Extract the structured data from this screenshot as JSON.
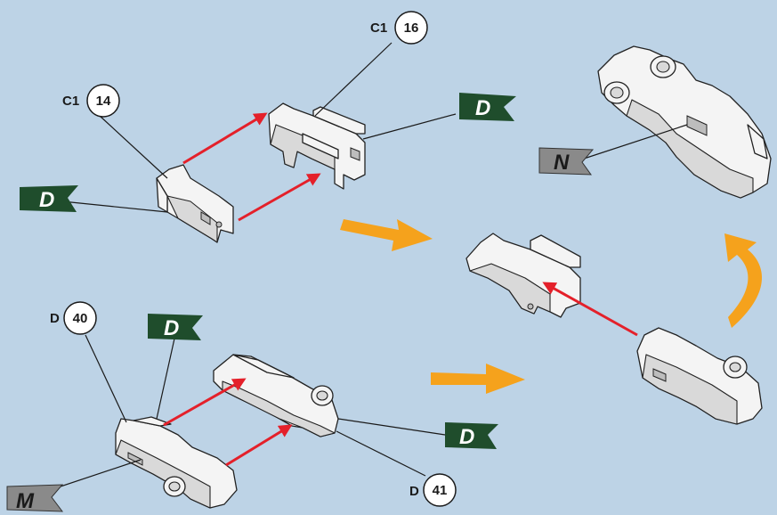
{
  "callouts": {
    "c1_14": {
      "prefix": "C1",
      "number": "14"
    },
    "c1_16": {
      "prefix": "C1",
      "number": "16"
    },
    "d_40": {
      "prefix": "D",
      "number": "40"
    },
    "d_41": {
      "prefix": "D",
      "number": "41"
    }
  },
  "flags": {
    "flag_d_top_left": "D",
    "flag_d_top_right": "D",
    "flag_d_bottom_mid": "D",
    "flag_d_bottom_right": "D",
    "flag_m": "M",
    "flag_n": "N"
  },
  "colors": {
    "background": "#bdd3e6",
    "flag_green": "#1f4d2c",
    "flag_grey": "#8a8a8a",
    "assembly_arrow": "#e4202a",
    "step_arrow": "#f5a21c"
  }
}
